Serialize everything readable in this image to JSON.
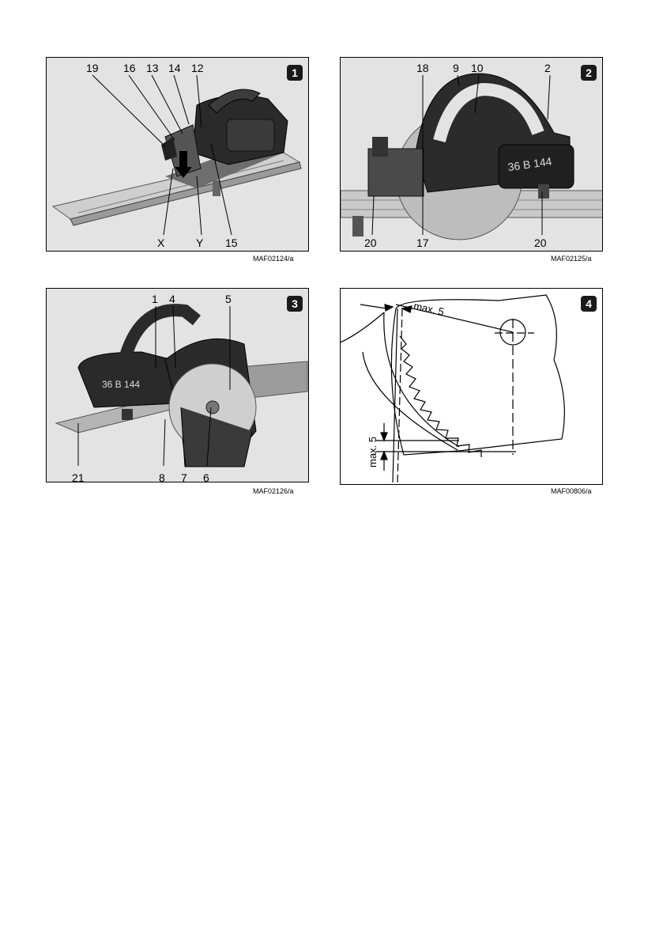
{
  "figures": [
    {
      "number": "1",
      "code": "MAF02124/a",
      "callouts_top": [
        "19",
        "16",
        "13",
        "14",
        "12"
      ],
      "callouts_bottom": [
        "X",
        "Y",
        "15"
      ]
    },
    {
      "number": "2",
      "code": "MAF02125/a",
      "callouts_top": [
        "18",
        "9",
        "10",
        "2"
      ],
      "callouts_bottom": [
        "20",
        "17",
        "20"
      ],
      "model_text": "36 B 144"
    },
    {
      "number": "3",
      "code": "MAF02126/a",
      "callouts_top": [
        "1",
        "4",
        "5"
      ],
      "callouts_bottom": [
        "21",
        "8",
        "7",
        "6"
      ],
      "model_text": "36 B 144"
    },
    {
      "number": "4",
      "code": "MAF00806/a",
      "dim_top": "max. 5",
      "dim_side": "max. 5"
    }
  ]
}
